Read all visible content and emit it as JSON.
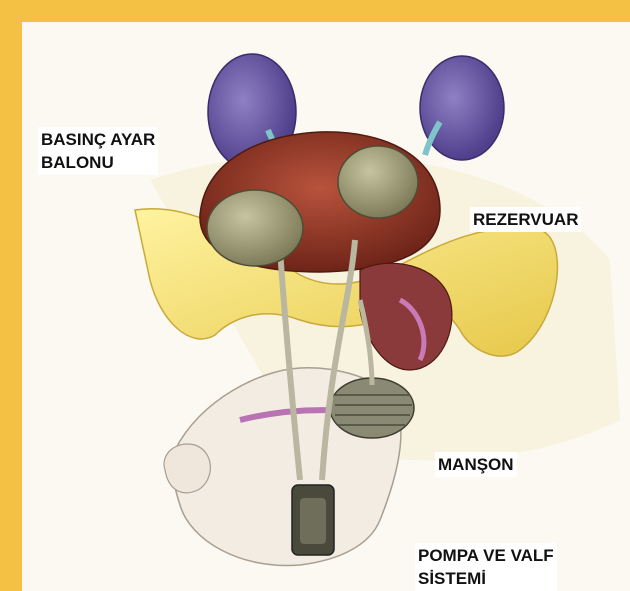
{
  "labels": {
    "pressure_balloon": "BASINÇ AYAR\nBALONU",
    "reservoir": "REZERVUAR",
    "cuff": "MANŞON",
    "pump": "POMPA VE VALF\nSİSTEMİ"
  },
  "colors": {
    "frame": "#f5c145",
    "kidney": "#6b5aa8",
    "bladder": "#9a3a2a",
    "balloon": "#a8a580",
    "pelvic_bone": "#f0dc6a"
  }
}
